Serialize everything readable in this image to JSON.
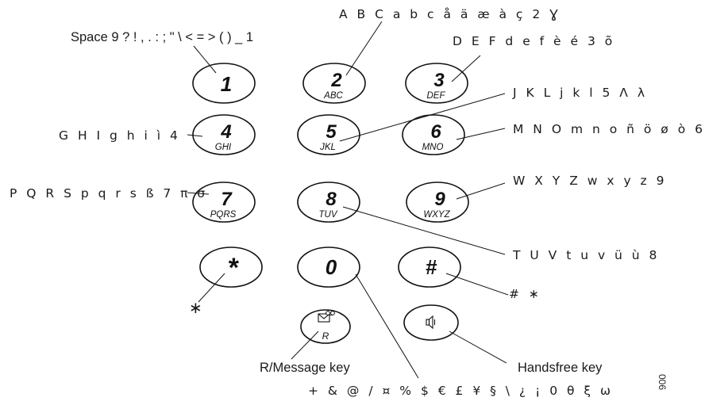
{
  "keys": {
    "k1": {
      "digit": "1",
      "letters": ""
    },
    "k2": {
      "digit": "2",
      "letters": "ABC"
    },
    "k3": {
      "digit": "3",
      "letters": "DEF"
    },
    "k4": {
      "digit": "4",
      "letters": "GHI"
    },
    "k5": {
      "digit": "5",
      "letters": "JKL"
    },
    "k6": {
      "digit": "6",
      "letters": "MNO"
    },
    "k7": {
      "digit": "7",
      "letters": "PQRS"
    },
    "k8": {
      "digit": "8",
      "letters": "TUV"
    },
    "k9": {
      "digit": "9",
      "letters": "WXYZ"
    },
    "star": {
      "digit": "*"
    },
    "k0": {
      "digit": "0"
    },
    "hash": {
      "digit": "#"
    },
    "r": {
      "letters": "R"
    }
  },
  "callouts": {
    "k1": "Space 9 ? ! , . : ; \" \\ < = > ( ) _ 1",
    "k2": "A B C a b c å ä æ à ç 2 Ɣ",
    "k3": "D E F d e f è é 3 õ",
    "k4": "G H I g h i ì 4",
    "k5": "J K L j k l 5 Λ λ",
    "k6": "M N O m n o ñ ö ø ò 6",
    "k7": "P Q R S p q r s ß 7 π σ",
    "k8": "T U V t u v ü ù 8",
    "k9": "W X Y Z w x y z 9",
    "star": "∗",
    "k0": "+ & @ / ¤ % $ € £ ¥ § \\ ¿ ¡ 0 θ ξ ω",
    "hash": "# ∗",
    "r": "R/Message key",
    "handsfree": "Handsfree key"
  },
  "figure_id": "006"
}
